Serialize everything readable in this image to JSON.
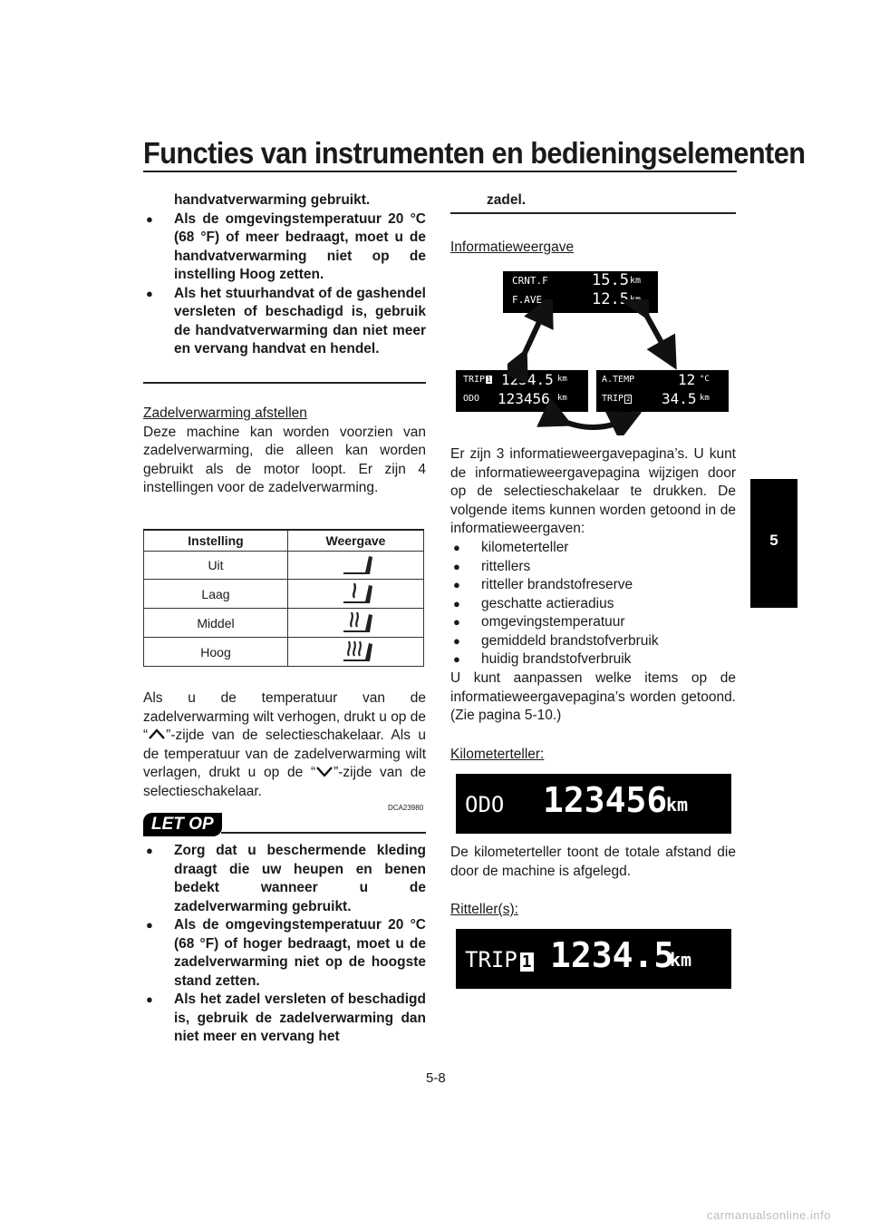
{
  "header": {
    "title": "Functies van instrumenten en bedieningselementen"
  },
  "side_tab": {
    "number": "5"
  },
  "left": {
    "warn1_tail": "handvatverwarming gebruikt.",
    "warn1_bullets": [
      "Als de omgevingstemperatuur 20 °C (68 °F) of meer bedraagt, moet u de handvatverwarming niet op de instelling Hoog zetten.",
      "Als het stuurhandvat of de gashendel versleten of beschadigd is, gebruik de handvatverwarming dan niet meer en vervang handvat en hendel."
    ],
    "seat_heading": "Zadelverwarming afstellen",
    "seat_text": "Deze machine kan worden voorzien van zadelverwarming, die alleen kan worden gebruikt als de motor loopt. Er zijn 4 instellingen voor de zadelverwarming.",
    "table": {
      "col1": "Instelling",
      "col2": "Weergave",
      "rows": [
        "Uit",
        "Laag",
        "Middel",
        "Hoog"
      ]
    },
    "adjust_1": "Als u de temperatuur van de zadelverwarming wilt verhogen, drukt u op de “",
    "adjust_2": "”-zijde van de selectieschakelaar. Als u de temperatuur van de zadelverwarming wilt verlagen, drukt u op de “",
    "adjust_3": "”-zijde van de selectieschakelaar.",
    "warn_code": "DCA23980",
    "warn_label": "LET OP",
    "warn2_bullets": [
      "Zorg dat u beschermende kleding draagt die uw heupen en benen bedekt wanneer u de zadelverwarming gebruikt.",
      "Als de omgevingstemperatuur 20 °C (68 °F) of hoger bedraagt, moet u de zadelverwarming niet op de hoogste stand zetten.",
      "Als het zadel versleten of beschadigd is, gebruik de zadelverwarming dan niet meer en vervang het"
    ]
  },
  "right": {
    "warn2_tail": "zadel.",
    "info_heading": "Informatieweergave",
    "display_top": {
      "l1_label": "CRNT.F",
      "l1_value": "15.5",
      "l2_label": "F.AVE",
      "l2_value": "12.5",
      "unit": "km"
    },
    "display_left": {
      "l1_label": "TRIP",
      "l1_num": "1",
      "l1_value": "1234.5",
      "l2_label": "ODO",
      "l2_value": "123456",
      "unit": "km"
    },
    "display_right": {
      "l1_label": "A.TEMP",
      "l1_value": "12",
      "l1_unit": "°C",
      "l2_label": "TRIP",
      "l2_num": "2",
      "l2_value": "34.5",
      "unit": "km"
    },
    "info_text": "Er zijn 3 informatieweergavepagina’s. U kunt de informatieweergavepagina wijzigen door op de selectieschakelaar te drukken. De volgende items kunnen worden getoond in de informatieweergaven:",
    "items": [
      "kilometerteller",
      "rittellers",
      "ritteller brandstofreserve",
      "geschatte actieradius",
      "omgevingstemperatuur",
      "gemiddeld brandstofverbruik",
      "huidig brandstofverbruik"
    ],
    "custom_text": "U kunt aanpassen welke items op de informatieweergavepagina’s worden getoond. (Zie pagina 5-10.)",
    "odo_heading": "Kilometerteller:",
    "odo_display": {
      "label": "ODO",
      "value": "123456",
      "unit": "km"
    },
    "odo_text": "De kilometerteller toont de totale afstand die door de machine is afgelegd.",
    "trip_heading": "Ritteller(s):",
    "trip_display": {
      "label": "TRIP",
      "num": "1",
      "value": "1234.5",
      "unit": "km"
    }
  },
  "footer": {
    "page": "5-8"
  },
  "brand": "carmanualsonline.info",
  "colors": {
    "lcd_bg": "#000000",
    "lcd_fg": "#ffffff",
    "text": "#1a1a1a"
  }
}
